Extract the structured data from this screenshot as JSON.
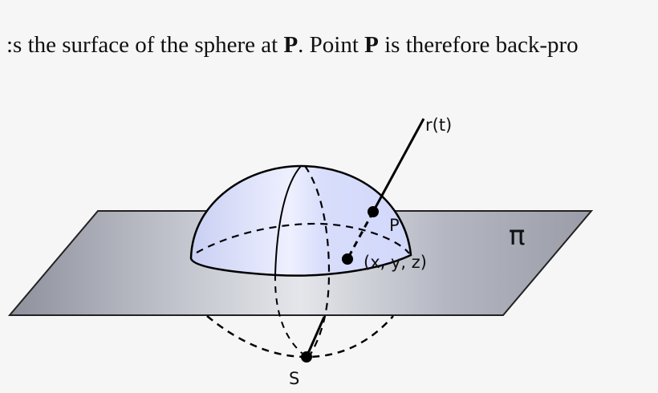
{
  "caption": {
    "part1": ":s the surface of the sphere at ",
    "bold1": "P",
    "part2": ". Point ",
    "bold2": "P",
    "part3": " is therefore back-pro"
  },
  "diagram": {
    "labels": {
      "ray": "r(t)",
      "point_p": "P",
      "point_xyz": "(x, y, z)",
      "plane": "π",
      "point_s": "S"
    },
    "colors": {
      "plane": "#a9abb6",
      "sphere": "#d6dcfb",
      "ink": "#000000"
    }
  }
}
